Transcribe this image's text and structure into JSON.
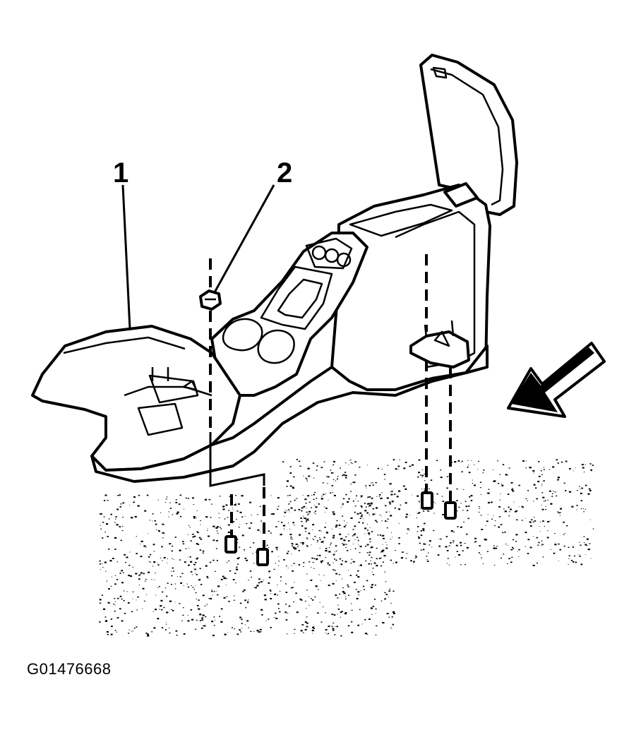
{
  "callouts": [
    {
      "id": "1",
      "label": "1"
    },
    {
      "id": "2",
      "label": "2"
    }
  ],
  "figure_id": "G01476668",
  "icons": {
    "direction_arrow": "front-direction-arrow-icon",
    "fastener": "nut-icon",
    "studs": "stud-icon"
  },
  "colors": {
    "ink": "#000000",
    "paper": "#ffffff"
  }
}
